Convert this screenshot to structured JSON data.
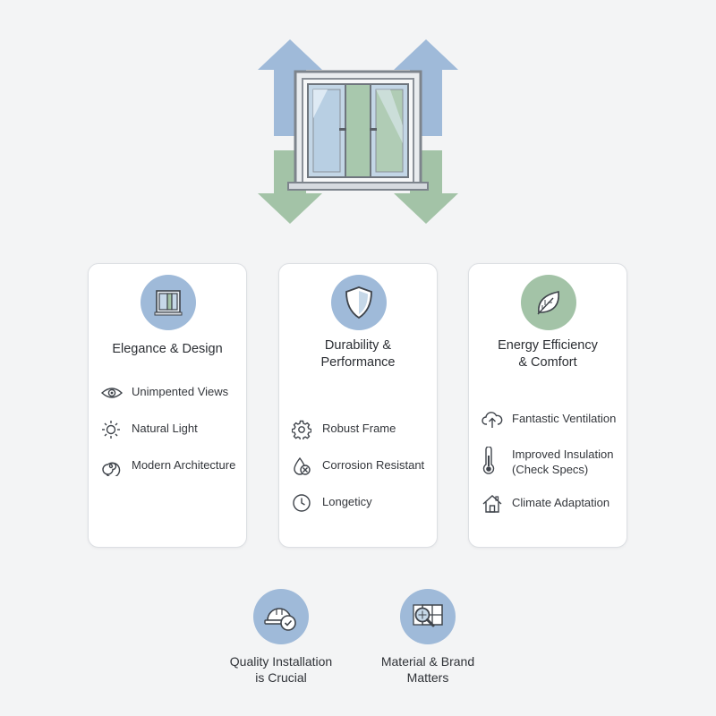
{
  "colors": {
    "blue": "#9fbad9",
    "green": "#a3c3a7",
    "icon_stroke": "#3f444b",
    "card_border": "#dcdfe3"
  },
  "cards": [
    {
      "title": "Elegance & Design",
      "icon": "window-icon",
      "items": [
        {
          "icon": "eye-icon",
          "text": "Unimpented Views"
        },
        {
          "icon": "sun-icon",
          "text": "Natural Light"
        },
        {
          "icon": "spiral-icon",
          "text": "Modern Architecture"
        }
      ]
    },
    {
      "title": "Durability &\nPerformance",
      "icon": "shield-icon",
      "items": [
        {
          "icon": "gear-icon",
          "text": "Robust Frame"
        },
        {
          "icon": "droplet-x-icon",
          "text": "Corrosion Resistant"
        },
        {
          "icon": "clock-icon",
          "text": "Longeticy"
        }
      ]
    },
    {
      "title": "Energy Efficiency\n& Comfort",
      "icon": "leaf-icon",
      "items": [
        {
          "icon": "cloud-upload-icon",
          "text": "Fantastic Ventilation"
        },
        {
          "icon": "thermometer-icon",
          "text": "Improved Insulation\n(Check Specs)"
        },
        {
          "icon": "house-icon",
          "text": "Climate Adaptation"
        }
      ]
    }
  ],
  "bottom": [
    {
      "icon": "hardhat-check-icon",
      "label": "Quality Installation\nis Crucial"
    },
    {
      "icon": "magnifier-window-icon",
      "label": "Material & Brand\nMatters"
    }
  ]
}
